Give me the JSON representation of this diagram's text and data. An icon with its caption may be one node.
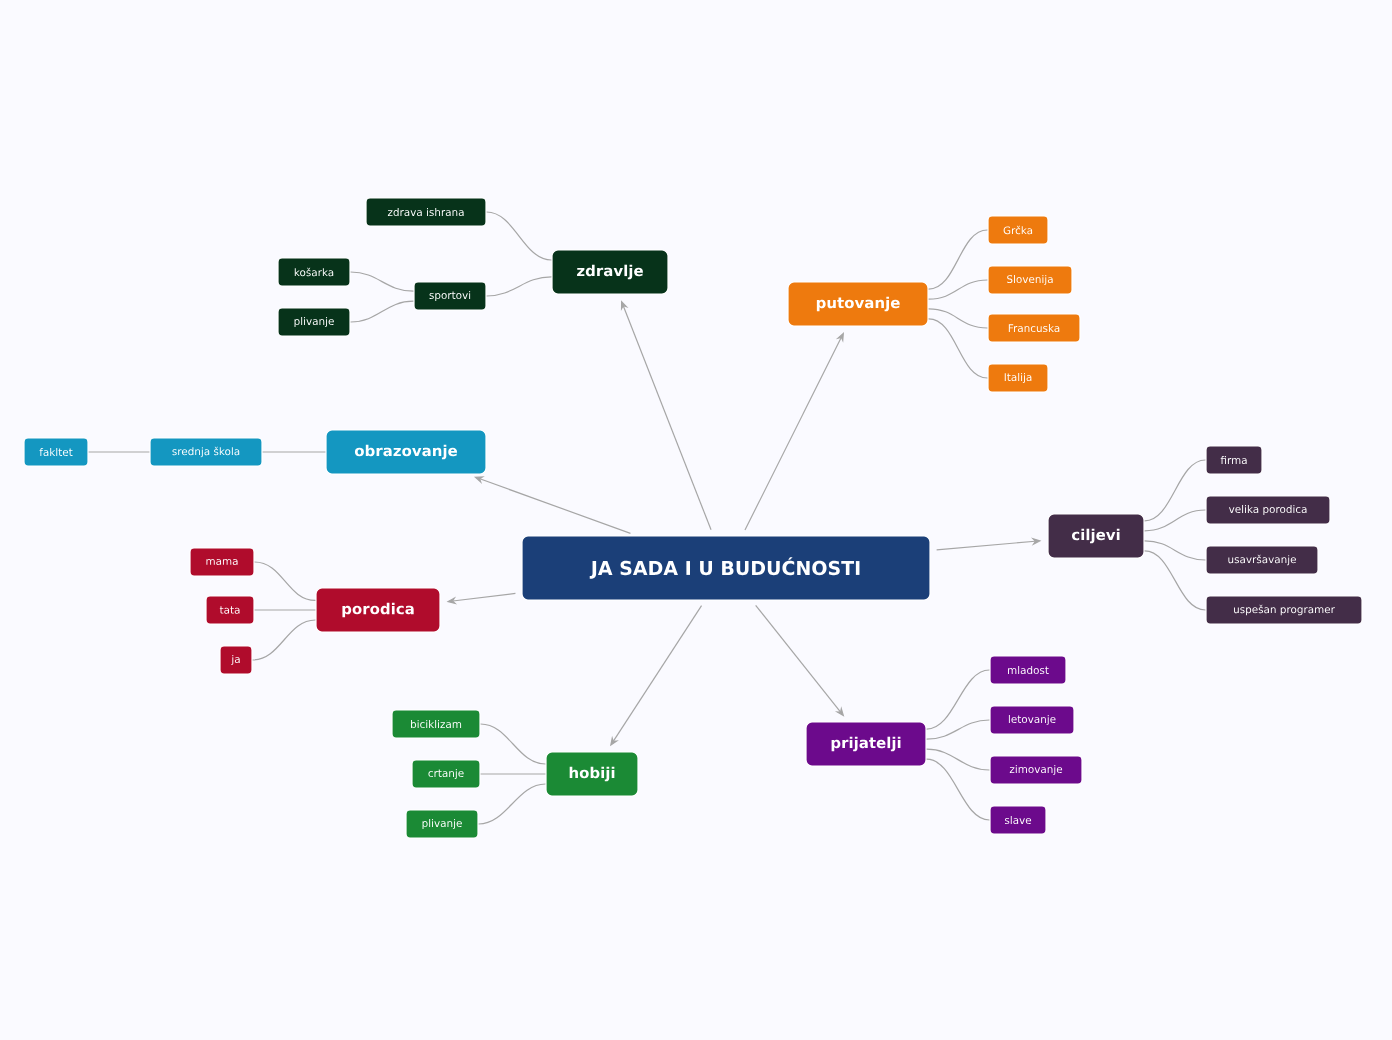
{
  "diagram": {
    "nodes": [
      {
        "text": [
          "JA SADA I U BUDUĆNOSTI"
        ]
      },
      {
        "text": [
          "zdravlje"
        ]
      },
      {
        "text": [
          "zdrava ishrana"
        ]
      },
      {
        "text": [
          "sportovi"
        ]
      },
      {
        "text": [
          "košarka"
        ]
      },
      {
        "text": [
          "plivanje"
        ]
      },
      {
        "text": [
          "putovanje"
        ]
      },
      {
        "text": [
          "Grčka"
        ]
      },
      {
        "text": [
          "Slovenija"
        ]
      },
      {
        "text": [
          "Francuska"
        ]
      },
      {
        "text": [
          "Italija"
        ]
      },
      {
        "text": [
          "obrazovanje"
        ]
      },
      {
        "text": [
          "srednja škola"
        ]
      },
      {
        "text": [
          "fakltet"
        ]
      },
      {
        "text": [
          "ciljevi"
        ]
      },
      {
        "text": [
          "firma"
        ]
      },
      {
        "text": [
          "velika porodica"
        ]
      },
      {
        "text": [
          "usavršavanje"
        ]
      },
      {
        "text": [
          "uspešan programer"
        ]
      },
      {
        "text": [
          "porodica"
        ]
      },
      {
        "text": [
          "mama"
        ]
      },
      {
        "text": [
          "tata"
        ]
      },
      {
        "text": [
          "ja"
        ]
      },
      {
        "text": [
          "hobiji"
        ]
      },
      {
        "text": [
          "biciklizam"
        ]
      },
      {
        "text": [
          "crtanje"
        ]
      },
      {
        "text": [
          "plivanje"
        ]
      },
      {
        "text": [
          "prijatelji"
        ]
      },
      {
        "text": [
          "mladost"
        ]
      },
      {
        "text": [
          "letovanje"
        ]
      },
      {
        "text": [
          "zimovanje"
        ]
      },
      {
        "text": [
          "slave"
        ]
      }
    ],
    "edges": [
      {
        "from": 0,
        "to": 1,
        "arrow": "to"
      },
      {
        "from": 0,
        "to": 6,
        "arrow": "to"
      },
      {
        "from": 0,
        "to": 11,
        "arrow": "to"
      },
      {
        "from": 0,
        "to": 14,
        "arrow": "to"
      },
      {
        "from": 0,
        "to": 19,
        "arrow": "to"
      },
      {
        "from": 0,
        "to": 23,
        "arrow": "to"
      },
      {
        "from": 0,
        "to": 27,
        "arrow": "to"
      },
      {
        "from": 1,
        "to": 2,
        "arrow": "none"
      },
      {
        "from": 1,
        "to": 3,
        "arrow": "none"
      },
      {
        "from": 3,
        "to": 4,
        "arrow": "none"
      },
      {
        "from": 3,
        "to": 5,
        "arrow": "none"
      },
      {
        "from": 6,
        "to": 7,
        "arrow": "none"
      },
      {
        "from": 6,
        "to": 8,
        "arrow": "none"
      },
      {
        "from": 6,
        "to": 9,
        "arrow": "none"
      },
      {
        "from": 6,
        "to": 10,
        "arrow": "none"
      },
      {
        "from": 11,
        "to": 12,
        "arrow": "none"
      },
      {
        "from": 12,
        "to": 13,
        "arrow": "none"
      },
      {
        "from": 14,
        "to": 15,
        "arrow": "none"
      },
      {
        "from": 14,
        "to": 16,
        "arrow": "none"
      },
      {
        "from": 14,
        "to": 17,
        "arrow": "none"
      },
      {
        "from": 14,
        "to": 18,
        "arrow": "none"
      },
      {
        "from": 19,
        "to": 20,
        "arrow": "none"
      },
      {
        "from": 19,
        "to": 21,
        "arrow": "none"
      },
      {
        "from": 19,
        "to": 22,
        "arrow": "none"
      },
      {
        "from": 23,
        "to": 24,
        "arrow": "none"
      },
      {
        "from": 23,
        "to": 25,
        "arrow": "none"
      },
      {
        "from": 23,
        "to": 26,
        "arrow": "none"
      },
      {
        "from": 27,
        "to": 28,
        "arrow": "none"
      },
      {
        "from": 27,
        "to": 29,
        "arrow": "none"
      },
      {
        "from": 27,
        "to": 30,
        "arrow": "none"
      },
      {
        "from": 27,
        "to": 31,
        "arrow": "none"
      }
    ]
  }
}
